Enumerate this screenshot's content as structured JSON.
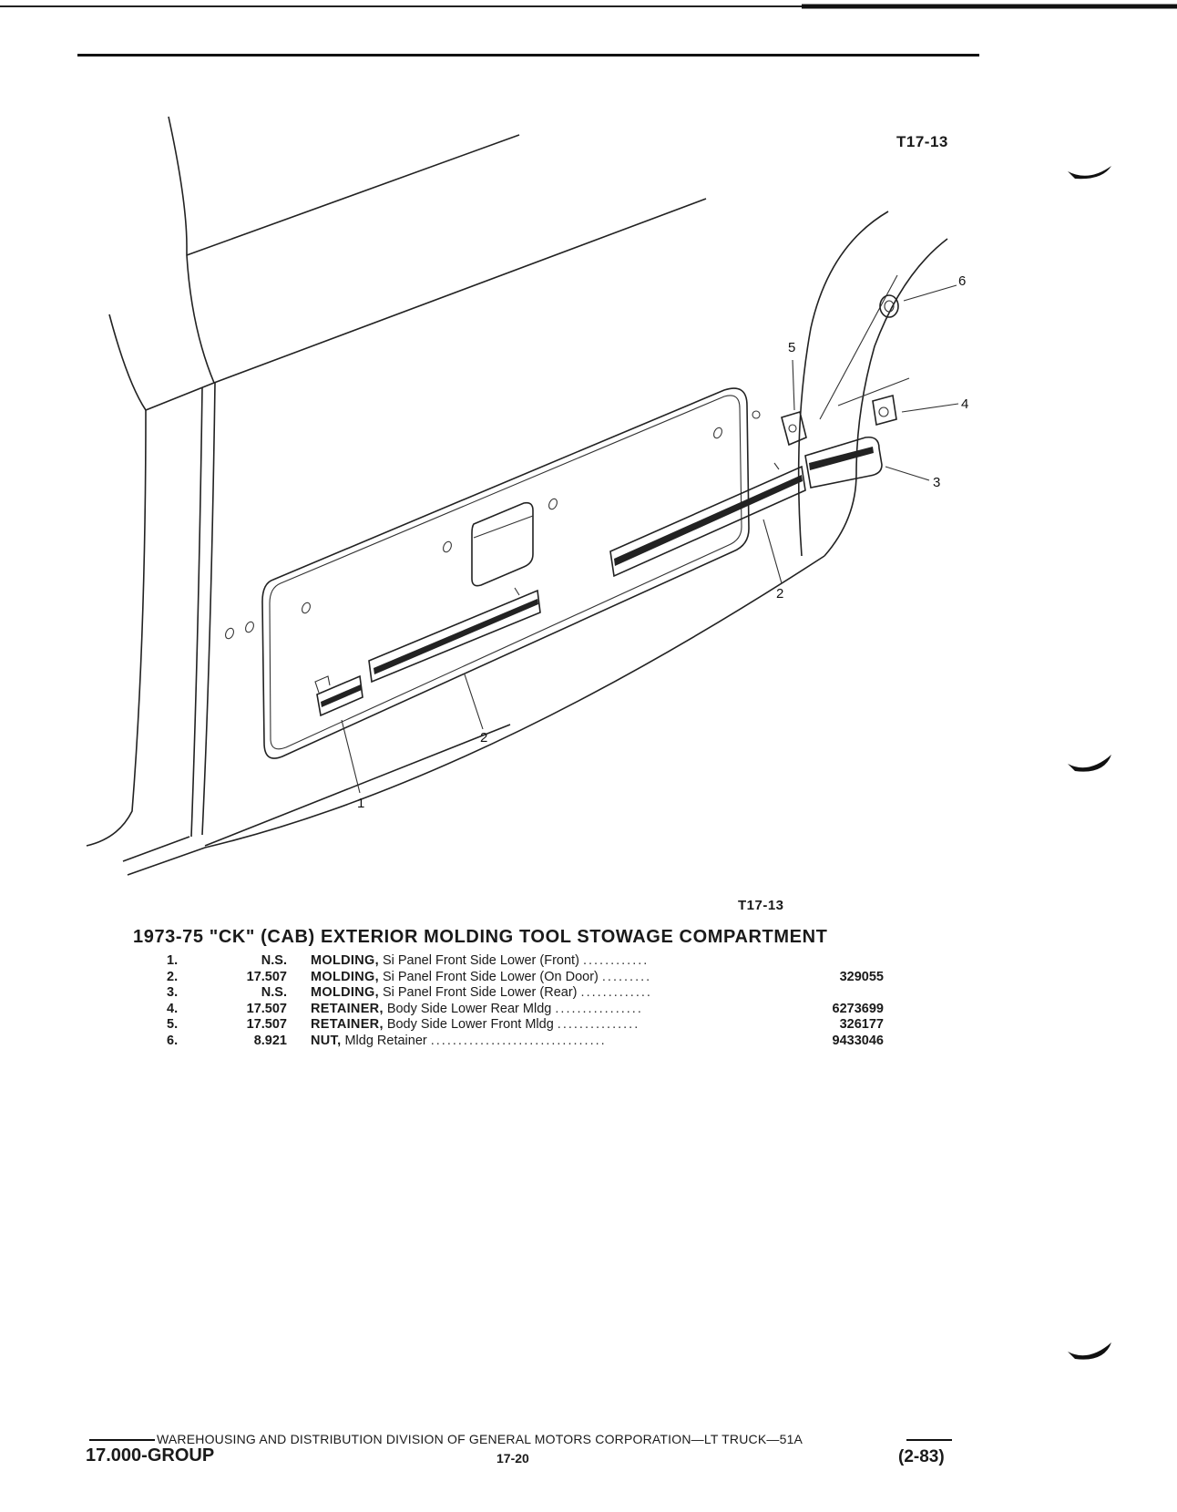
{
  "figure": {
    "code_top": "T17-13",
    "code_bottom": "T17-13",
    "callouts": [
      "1",
      "2",
      "2",
      "3",
      "4",
      "5",
      "6"
    ]
  },
  "section": {
    "title": "1973-75 \"CK\" (CAB) EXTERIOR MOLDING TOOL STOWAGE COMPARTMENT"
  },
  "parts": [
    {
      "index": "1.",
      "group": "N.S.",
      "name": "MOLDING,",
      "description": "Si Panel Front Side Lower (Front)",
      "dots": "............",
      "part_no": ""
    },
    {
      "index": "2.",
      "group": "17.507",
      "name": "MOLDING,",
      "description": "Si Panel Front Side Lower (On Door)",
      "dots": ".........",
      "part_no": "329055"
    },
    {
      "index": "3.",
      "group": "N.S.",
      "name": "MOLDING,",
      "description": "Si Panel Front Side Lower (Rear)",
      "dots": ".............",
      "part_no": ""
    },
    {
      "index": "4.",
      "group": "17.507",
      "name": "RETAINER,",
      "description": "Body Side Lower Rear Mldg",
      "dots": "................",
      "part_no": "6273699"
    },
    {
      "index": "5.",
      "group": "17.507",
      "name": "RETAINER,",
      "description": "Body Side Lower Front Mldg",
      "dots": "...............",
      "part_no": "326177"
    },
    {
      "index": "6.",
      "group": "8.921",
      "name": "NUT,",
      "description": "Mldg Retainer",
      "dots": "................................",
      "part_no": "9433046"
    }
  ],
  "footer": {
    "line": "WAREHOUSING AND DISTRIBUTION  DIVISION OF GENERAL MOTORS CORPORATION—LT TRUCK—51A",
    "group": "17.000-GROUP",
    "page": "17-20",
    "date": "(2-83)"
  }
}
